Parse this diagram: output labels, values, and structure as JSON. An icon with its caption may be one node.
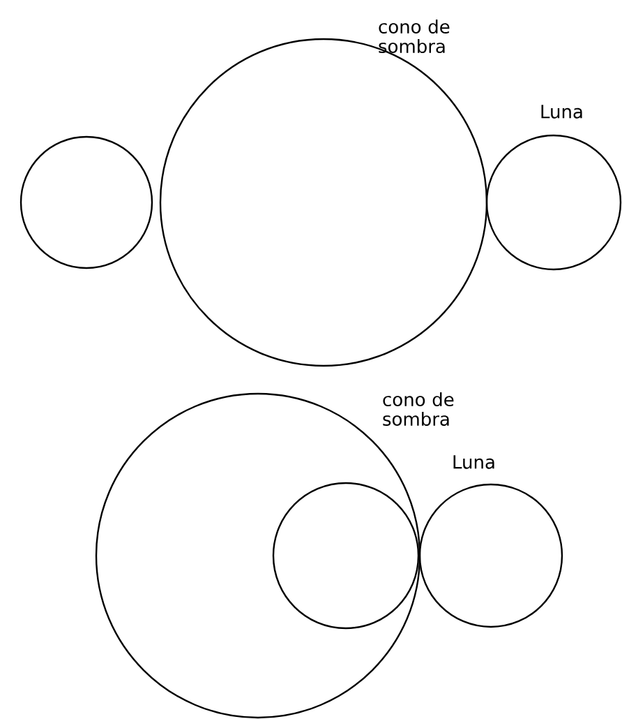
{
  "diagram": {
    "nodes": [
      {
        "text": [],
        "shape": "circle"
      },
      {
        "text": [],
        "shape": "circle",
        "beside": [
          "cono de sombra"
        ]
      },
      {
        "text": [],
        "shape": "circle",
        "beside": [
          "Luna"
        ]
      },
      {
        "text": [],
        "shape": "circle",
        "beside": [
          "cono de sombra"
        ]
      },
      {
        "text": [],
        "shape": "circle",
        "in": 3
      },
      {
        "text": [],
        "shape": "circle",
        "beside": [
          "Luna"
        ]
      }
    ]
  }
}
